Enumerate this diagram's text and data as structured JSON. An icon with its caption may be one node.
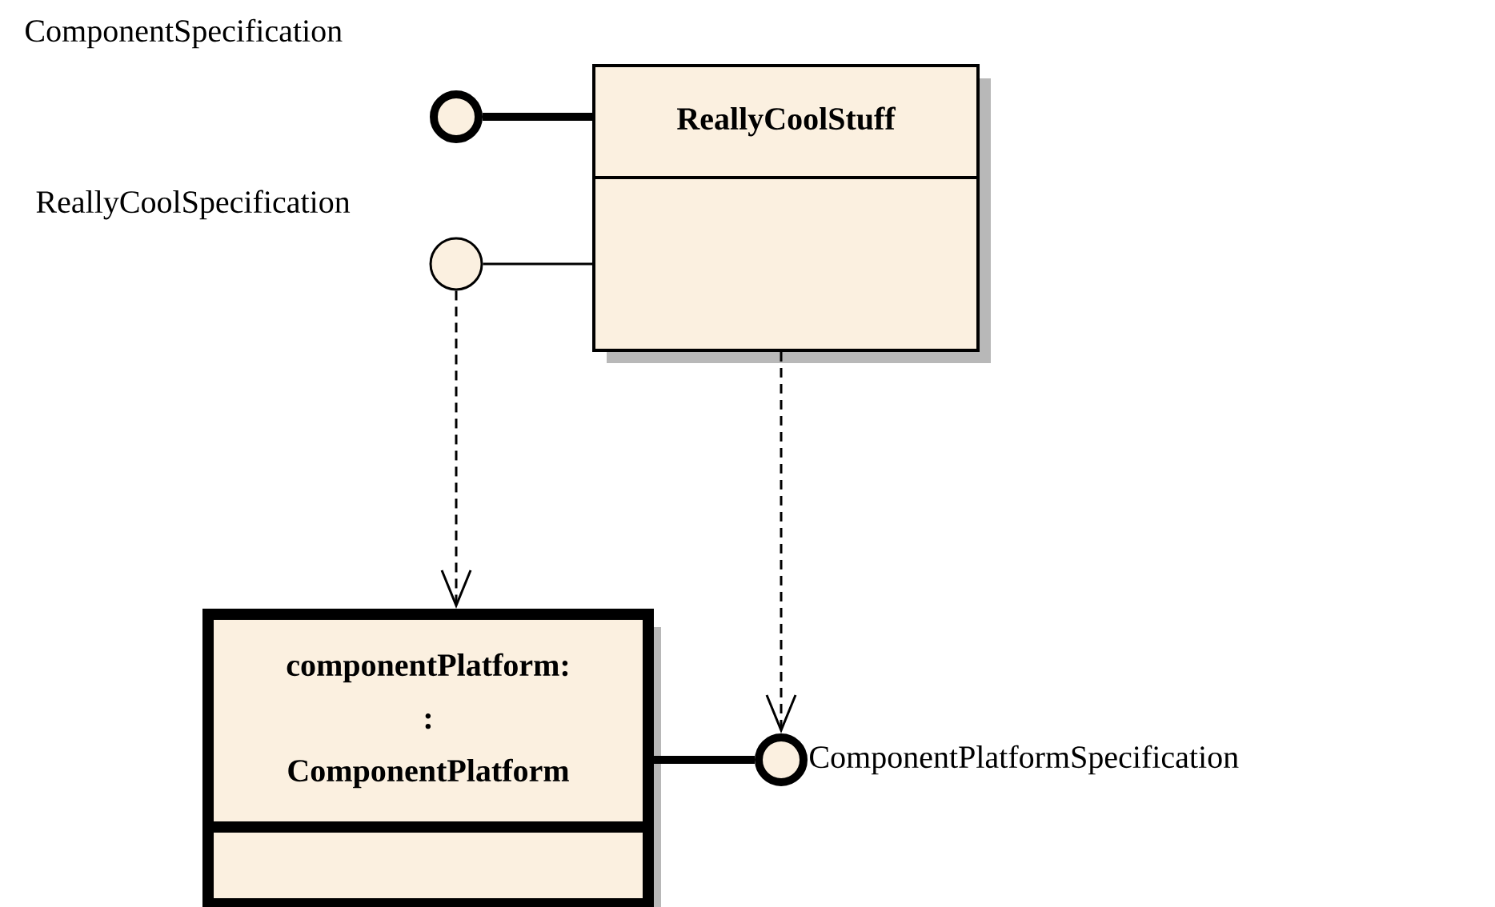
{
  "diagram": {
    "nodes": [
      {
        "text": [
          "ComponentSpecification"
        ]
      },
      {
        "text": [
          "ReallyCoolSpecification"
        ]
      },
      {
        "text": [
          "ReallyCoolStuff"
        ]
      },
      {
        "text": [
          "componentPlatform: : ComponentPlatform"
        ]
      },
      {
        "text": [
          "ComponentPlatformSpecification"
        ]
      }
    ],
    "edges": [
      {
        "from": 0,
        "to": 2,
        "arrow": "none",
        "style": "thick"
      },
      {
        "from": 1,
        "to": 2,
        "arrow": "none"
      },
      {
        "from": 1,
        "to": 3,
        "arrow": "to",
        "style": "dashed"
      },
      {
        "from": 2,
        "to": 4,
        "arrow": "to",
        "style": "dashed"
      },
      {
        "from": 3,
        "to": 4,
        "arrow": "none",
        "style": "thick"
      }
    ]
  }
}
